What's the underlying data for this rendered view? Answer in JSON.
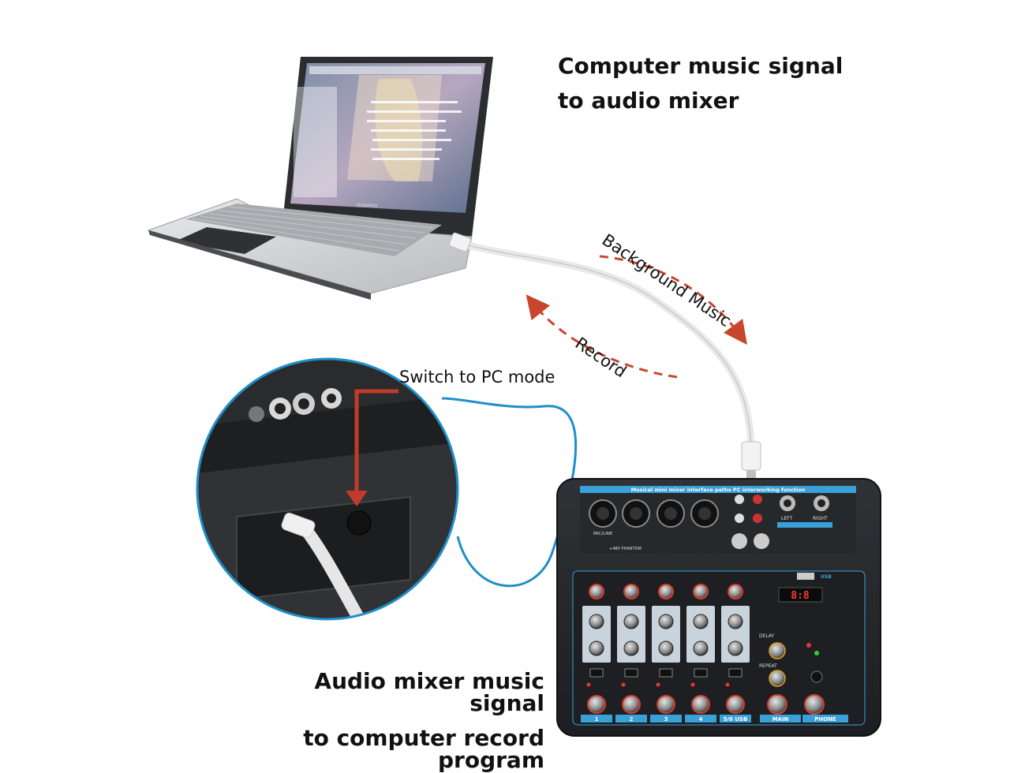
{
  "captions": {
    "top_line1": "Computer music signal",
    "top_line2": "to audio mixer",
    "bottom_line1": "Audio mixer music signal",
    "bottom_line2": "to computer record program"
  },
  "labels": {
    "switch": "Switch to PC mode",
    "background_music": "Background Music",
    "record": "Record"
  },
  "mixer": {
    "banner": "Musical mini mixer interface paths PC interworking function",
    "usb_label": "USB",
    "display_value": "8:8",
    "channels": [
      "1",
      "2",
      "3",
      "4",
      "5/6 USB"
    ],
    "main_label": "MAIN",
    "phone_label": "PHONE",
    "input_label": "MIC/LINE",
    "section_left": "LEFT",
    "section_right": "RIGHT",
    "delay_label": "DELAY",
    "repeat_label": "REPEAT",
    "phantom_label": "+48V PHANTOM"
  },
  "laptop": {
    "brand": "Gateway"
  },
  "colors": {
    "arrow_red": "#c8462c",
    "cable_blue": "#1f8fc8",
    "mixer_body": "#2a2d31",
    "mixer_accent": "#3aa0d8"
  }
}
